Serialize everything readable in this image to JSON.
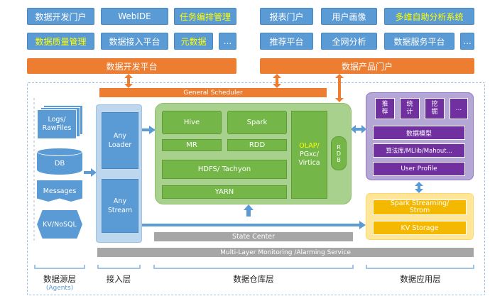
{
  "top_left": {
    "row1": [
      "数据开发门户",
      "WebIDE",
      "任务编排管理"
    ],
    "row2": [
      "数据质量管理",
      "数据接入平台",
      "元数据",
      "..."
    ],
    "bar": "数据开发平台"
  },
  "top_right": {
    "row1": [
      "报表门户",
      "用户画像",
      "多维自助分析系统"
    ],
    "row2": [
      "推荐平台",
      "全网分析",
      "数据服务平台",
      "..."
    ],
    "bar": "数据产品门户"
  },
  "scheduler": "General Scheduler",
  "sources": {
    "logs": "Logs/\nRawFiles",
    "db": "DB",
    "messages": "Messages",
    "kv": "KV/NoSQL"
  },
  "ingest": {
    "loader": "Any\nLoader",
    "stream": "Any\nStream"
  },
  "warehouse": {
    "hive": "Hive",
    "spark": "Spark",
    "mr": "MR",
    "rdd": "RDD",
    "hdfs": "HDFS/ Tachyon",
    "yarn": "YARN",
    "olap_line1": "OLAP/",
    "olap_line2": "PGxc/",
    "olap_line3": "Virtica",
    "rdb": "R\nD\nB"
  },
  "app": {
    "tiles": [
      "推\n荐",
      "统\n计",
      "挖\n掘",
      "..."
    ],
    "model": "数据模型",
    "algo": "算法库/MLlib/Mahout...",
    "profile": "User Profile",
    "spark_streaming": "Spark Streaming/\nStrom",
    "kv_storage": "KV Storage"
  },
  "state_center": "State Center",
  "monitoring": "Multi-Layer Monitoring /Alarming Service",
  "layers": {
    "source": "数据源层",
    "source_sub": "(Agents)",
    "ingest": "接入层",
    "warehouse": "数据仓库层",
    "app": "数据应用层"
  },
  "colors": {
    "orange": "#ed7d31",
    "blue": "#5b9bd5",
    "green": "#74b748",
    "purple": "#7030a0",
    "yellow": "#f5b800",
    "gray": "#a6a6a6",
    "yellow_text": "#ffff00"
  }
}
